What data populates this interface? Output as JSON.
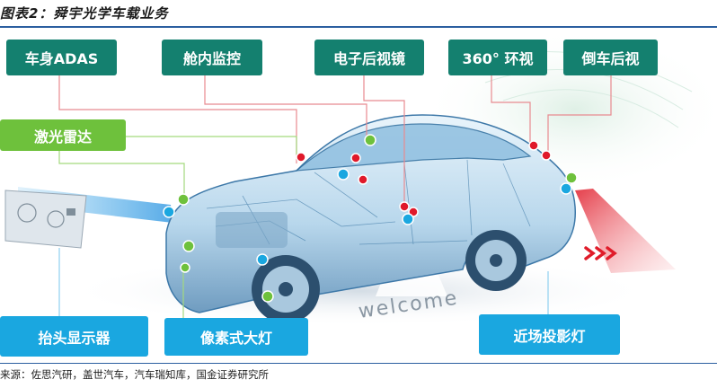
{
  "header": {
    "title": "图表2：舜宇光学车载业务"
  },
  "labels": {
    "adas": "车身ADAS",
    "cabin": "舱内监控",
    "mirror": "电子后视镜",
    "surround": "360° 环视",
    "reverse": "倒车后视",
    "lidar": "激光雷达",
    "hud": "抬头显示器",
    "headlight": "像素式大灯",
    "projection": "近场投影灯"
  },
  "scene": {
    "welcome_text": "welcome"
  },
  "footer": {
    "source": "来源：佐思汽研，盖世汽车，汽车瑞知库，国金证券研究所"
  },
  "colors": {
    "teal": "#14806f",
    "green": "#6ec13c",
    "cyan": "#1aa7e0",
    "red_dot": "#e0192a",
    "rule": "#2b5fa0"
  }
}
